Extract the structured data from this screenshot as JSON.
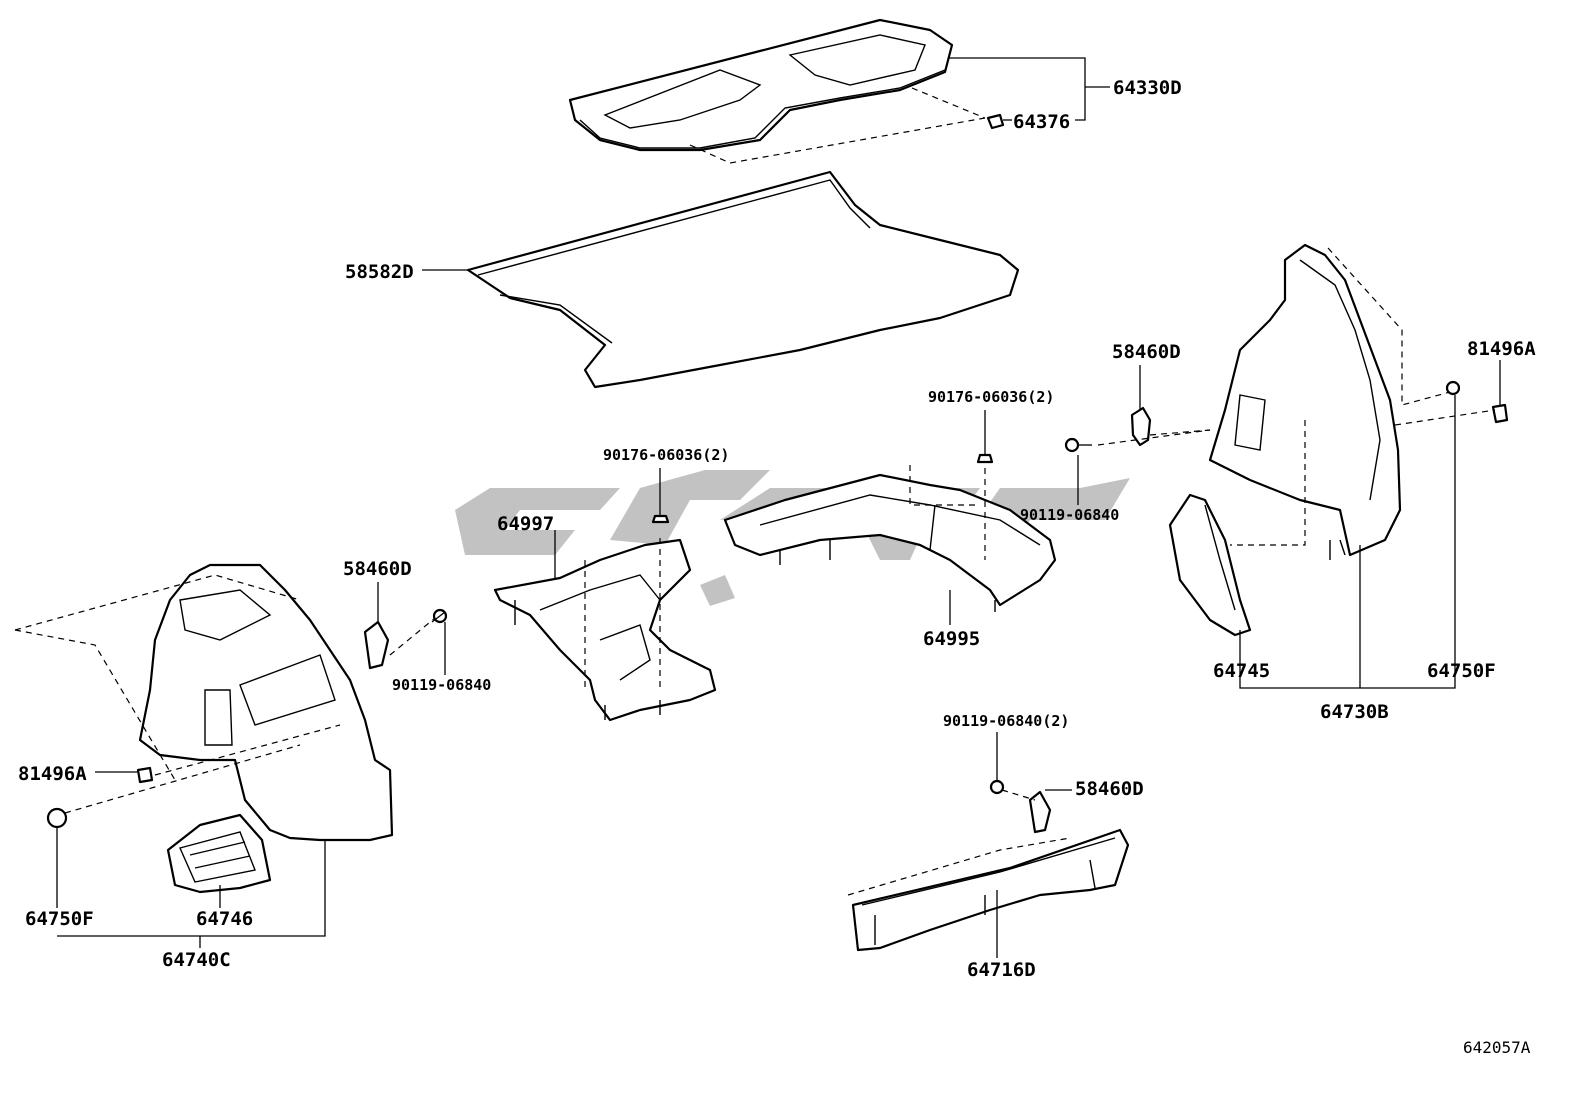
{
  "labels": {
    "l64330D": "64330D",
    "l64376": "64376",
    "l58582D": "58582D",
    "l58460D_a": "58460D",
    "l81496A_r": "81496A",
    "l90176_a": "90176-06036(2)",
    "l90176_b": "90176-06036(2)",
    "l90119_r": "90119-06840",
    "l64997": "64997",
    "l58460D_l": "58460D",
    "l90119_l": "90119-06840",
    "l64995": "64995",
    "l64745": "64745",
    "l64750F_r": "64750F",
    "l64730B": "64730B",
    "l90119_c": "90119-06840(2)",
    "l58460D_c": "58460D",
    "l81496A_l": "81496A",
    "l64750F_l": "64750F",
    "l64746": "64746",
    "l64740C": "64740C",
    "l64716D": "64716D"
  },
  "diagram_code": "642057A"
}
